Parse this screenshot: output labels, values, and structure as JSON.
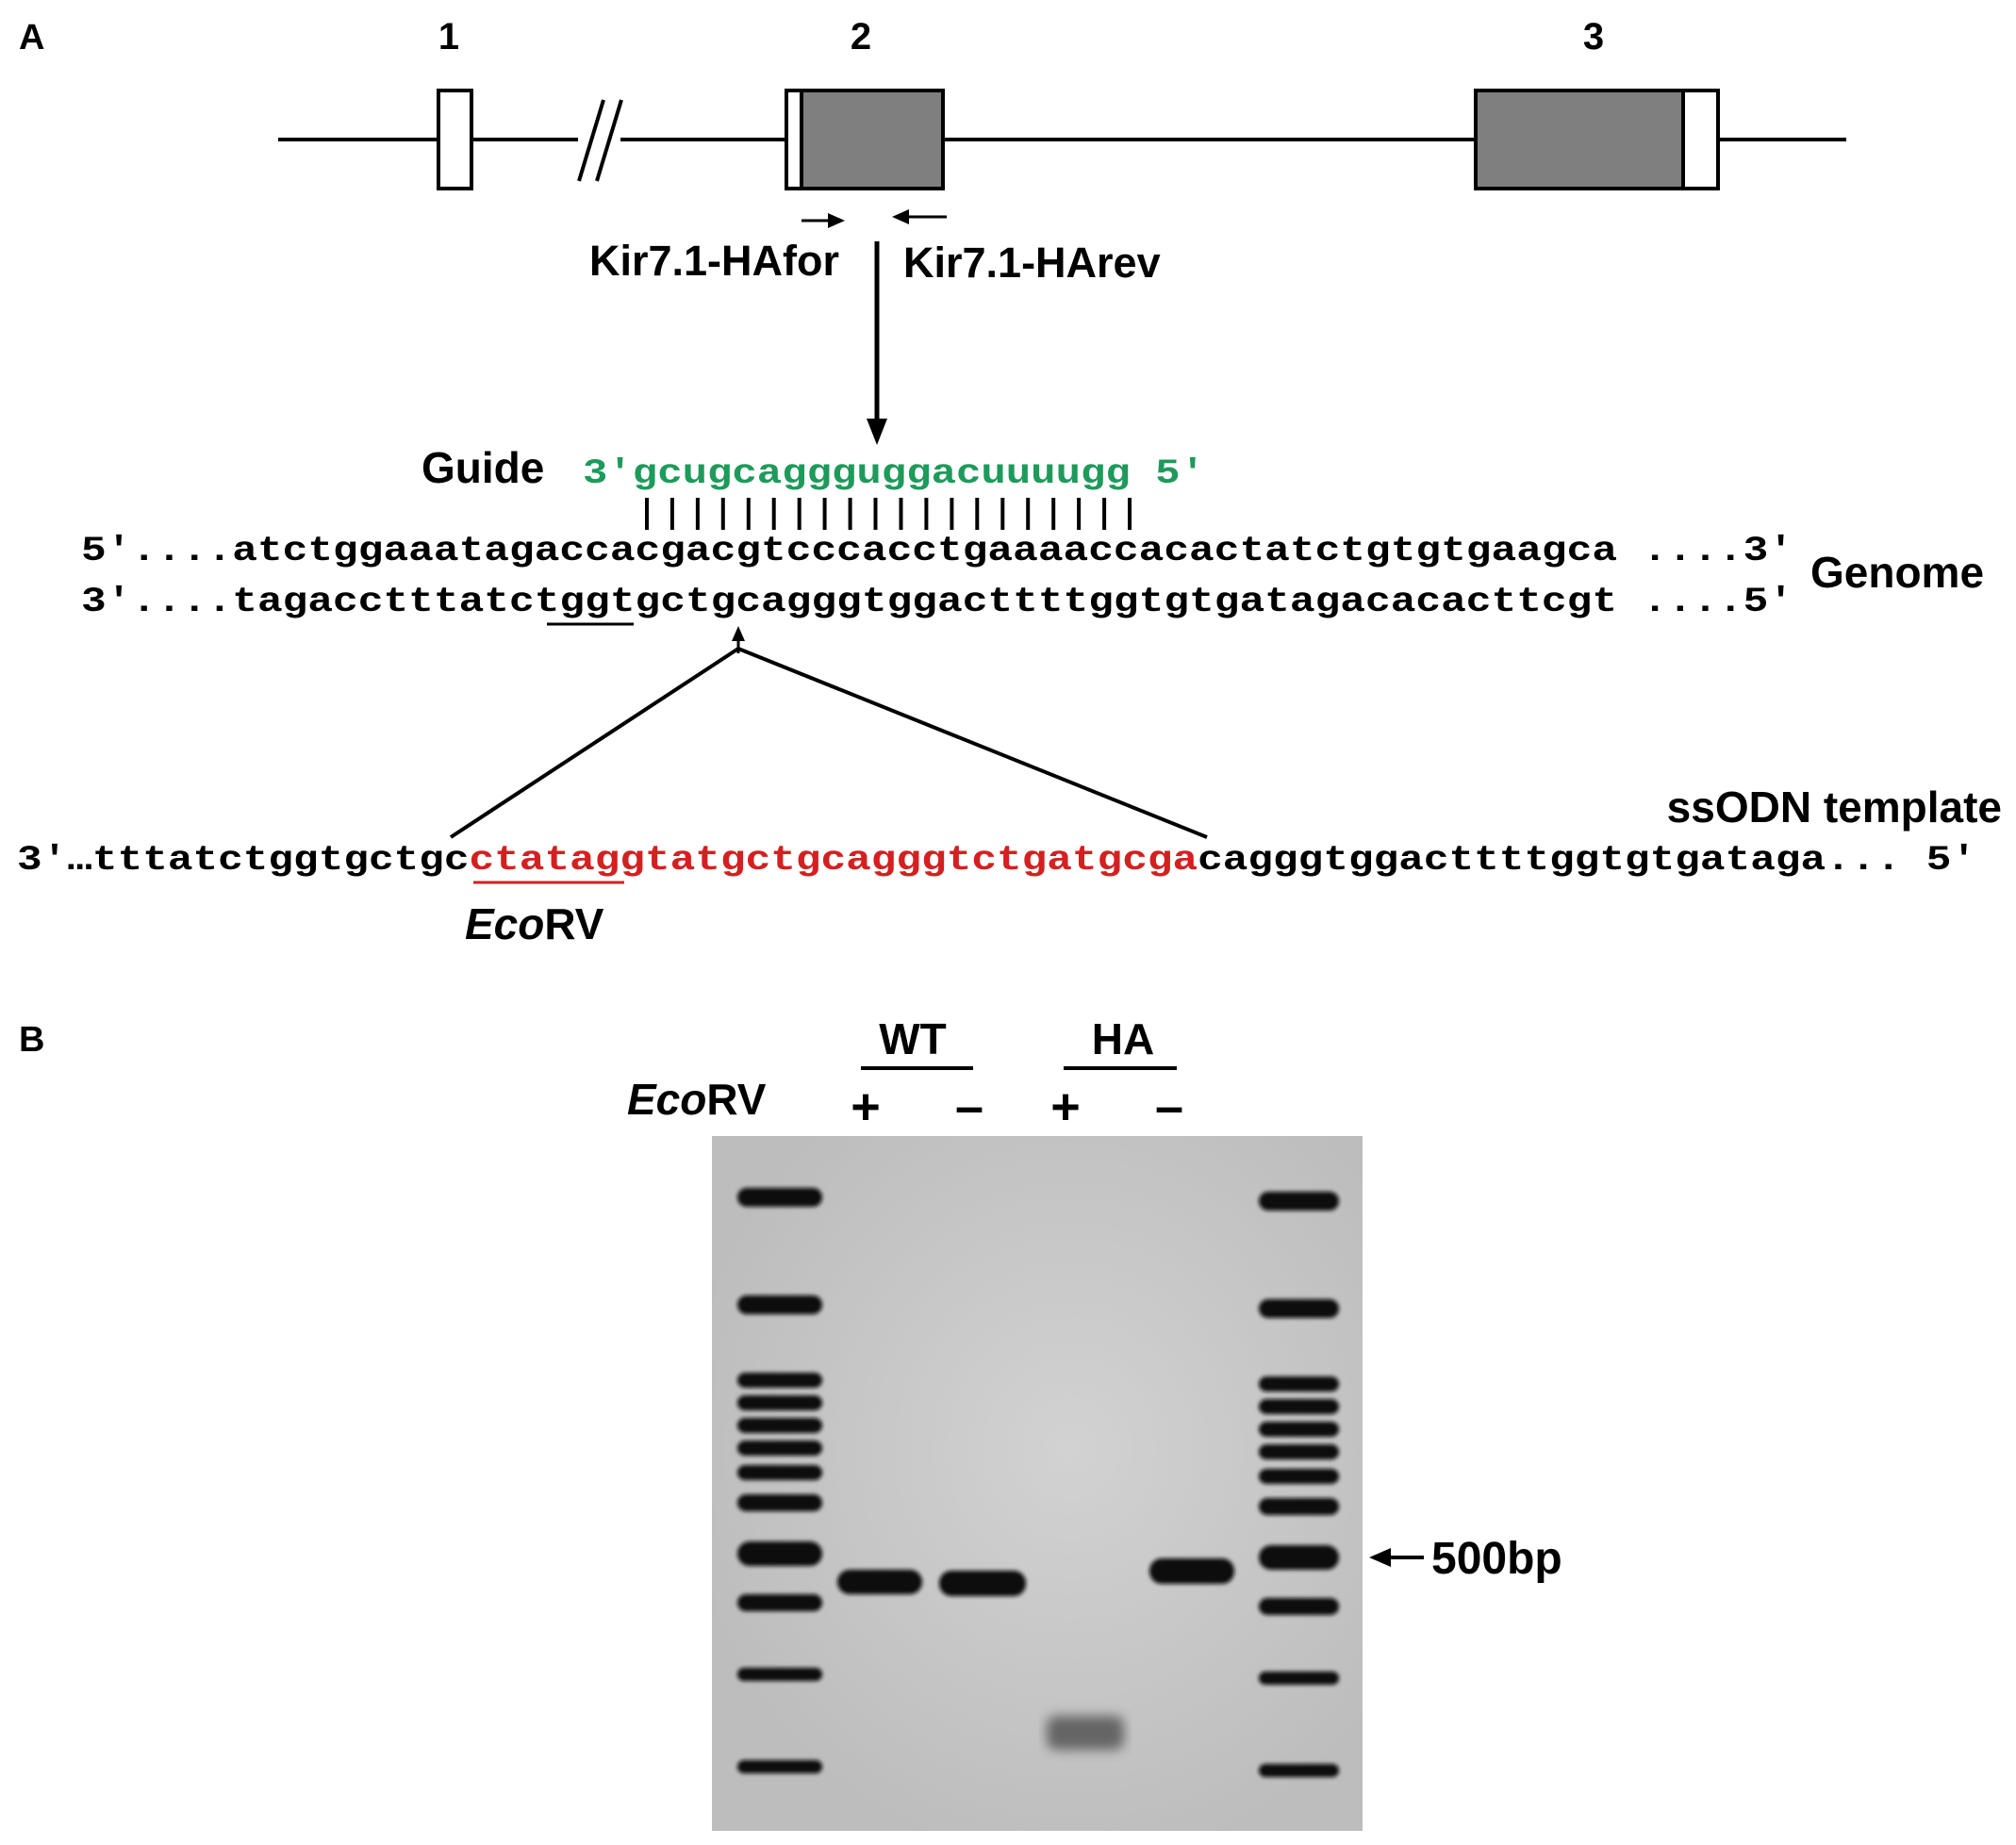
{
  "panel_a": {
    "label": "A",
    "exon_labels": [
      "1",
      "2",
      "3"
    ],
    "primer_forward": "Kir7.1-HAfor",
    "primer_reverse": "Kir7.1-HArev",
    "guide_label": "Guide",
    "guide_prefix": "3′",
    "guide_sequence": "gcugcaggguggacuuuugg",
    "guide_suffix": " 5′",
    "genome_label": "Genome",
    "genome_top": "5′....atctggaaatagaccacgacgtcccacctgaaaaccacactatctgtgtgaagca ....3′",
    "genome_bottom_pre": "3′....tagacctttatct",
    "genome_bottom_pam": "ggt",
    "genome_bottom_post": "gctgcagggtggacttttggtgtgatagacacacttcgt ....5′",
    "template_label": "ssODN template",
    "template_left": "3′…tttatctggtgctgc",
    "template_insert_site": "ctatagg",
    "template_insert_rest": "tatgctgcagggtctgatgcga",
    "template_right": "cagggtggacttttggtgtgataga... 5′",
    "site_name_italic": "Eco",
    "site_name_rest": "RV"
  },
  "panel_b": {
    "label": "B",
    "group_wt": "WT",
    "group_ha": "HA",
    "enzyme_italic": "Eco",
    "enzyme_rest": "RV",
    "lane_signs": [
      "+",
      "–",
      "+",
      "–"
    ],
    "marker_label": "500bp"
  },
  "colors": {
    "guide": "#1e9a5a",
    "insert": "#d42020",
    "exon_fill": "#7f7f7f",
    "gel_bg": "#c9c9c9",
    "band": "#0b0b0b"
  }
}
